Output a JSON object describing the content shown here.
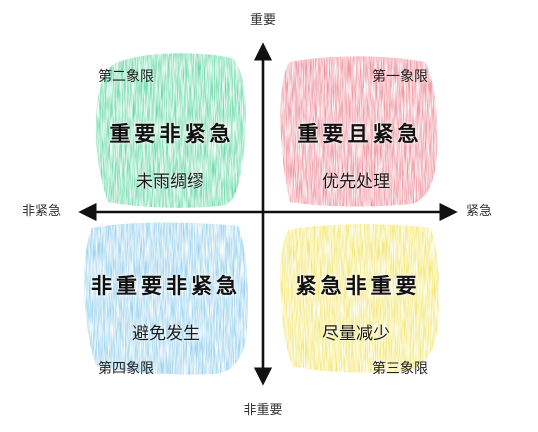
{
  "axes": {
    "top": "重要",
    "bottom": "非重要",
    "left": "非紧急",
    "right": "紧急"
  },
  "quadrants": {
    "q1": {
      "label": "第一象限",
      "title": "重要且紧急",
      "action": "优先处理",
      "color": "#e8707f"
    },
    "q2": {
      "label": "第二象限",
      "title": "重要非紧急",
      "action": "未雨绸缪",
      "color": "#3ecf8e"
    },
    "q3": {
      "label": "第三象限",
      "title": "紧急非重要",
      "action": "尽量减少",
      "color": "#f0e04a"
    },
    "q4": {
      "label": "第四象限",
      "title": "非重要非紧急",
      "action": "避免发生",
      "color": "#7cc4e8"
    }
  }
}
